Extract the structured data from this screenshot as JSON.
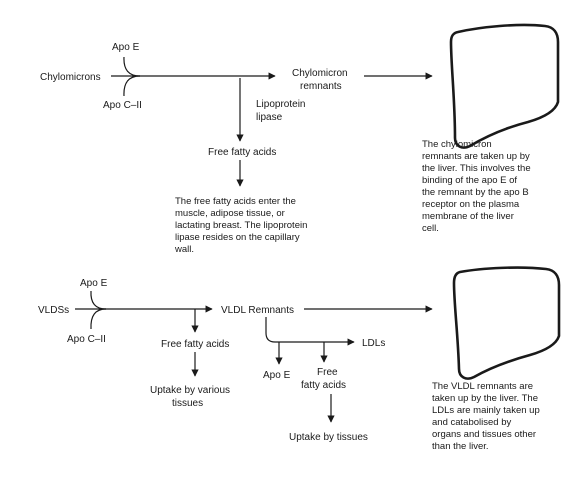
{
  "top": {
    "apo_e": "Apo E",
    "apo_c2": "Apo C–II",
    "source": "Chylomicrons",
    "remnant_line1": "Chylomicron",
    "remnant_line2": "remnants",
    "lipase_line1": "Lipoprotein",
    "lipase_line2": "lipase",
    "ffa": "Free fatty acids",
    "ffa_note": [
      "The free fatty acids enter the",
      "muscle, adipose tissue, or",
      "lactating breast. The lipoprotein",
      "lipase resides on the capillary",
      "wall."
    ],
    "liver_note": [
      "The chylomicron",
      "remnants are taken up by",
      "the liver. This involves the",
      "binding of the apo E of",
      "the remnant by the apo B",
      "receptor on the plasma",
      "membrane of the liver",
      "cell."
    ]
  },
  "bottom": {
    "apo_e": "Apo E",
    "apo_c2": "Apo C–II",
    "source": "VLDSs",
    "remnants": "VLDL Remnants",
    "ffa": "Free fatty acids",
    "uptake_line1": "Uptake by various",
    "uptake_line2": "tissues",
    "ldls": "LDLs",
    "apo_e_released": "Apo E",
    "ffa2_line1": "Free",
    "ffa2_line2": "fatty acids",
    "uptake2": "Uptake by tissues",
    "liver_note": [
      "The VLDL remnants are",
      "taken up by the liver. The",
      "LDLs are mainly taken up",
      "and catabolised by",
      "organs and tissues other",
      "than the liver."
    ]
  }
}
